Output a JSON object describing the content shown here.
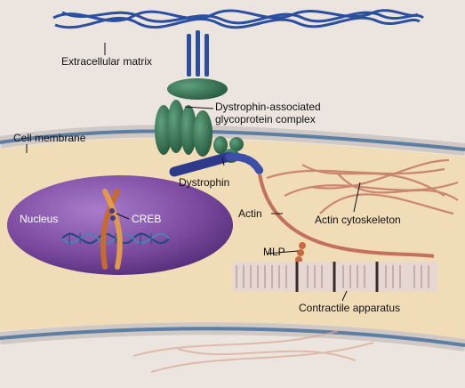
{
  "labels": {
    "extracellular_matrix": "Extracellular matrix",
    "dgc_line1": "Dystrophin-associated",
    "dgc_line2": "glycoprotein complex",
    "cell_membrane": "Cell membrane",
    "dystrophin": "Dystrophin",
    "nucleus": "Nucleus",
    "creb": "CREB",
    "actin": "Actin",
    "actin_cytoskeleton": "Actin cytoskeleton",
    "mlp": "MLP",
    "contractile_apparatus": "Contractile apparatus"
  },
  "colors": {
    "background": "#ece5df",
    "membrane": "#5c7fa3",
    "cytoplasm": "#f1dcb8",
    "glycoprotein": "#2e7150",
    "matrix": "#2a4fa0",
    "nucleus": "#7b4aa0",
    "dystrophin": "#2d3a8c",
    "actin": "#c4705e"
  }
}
